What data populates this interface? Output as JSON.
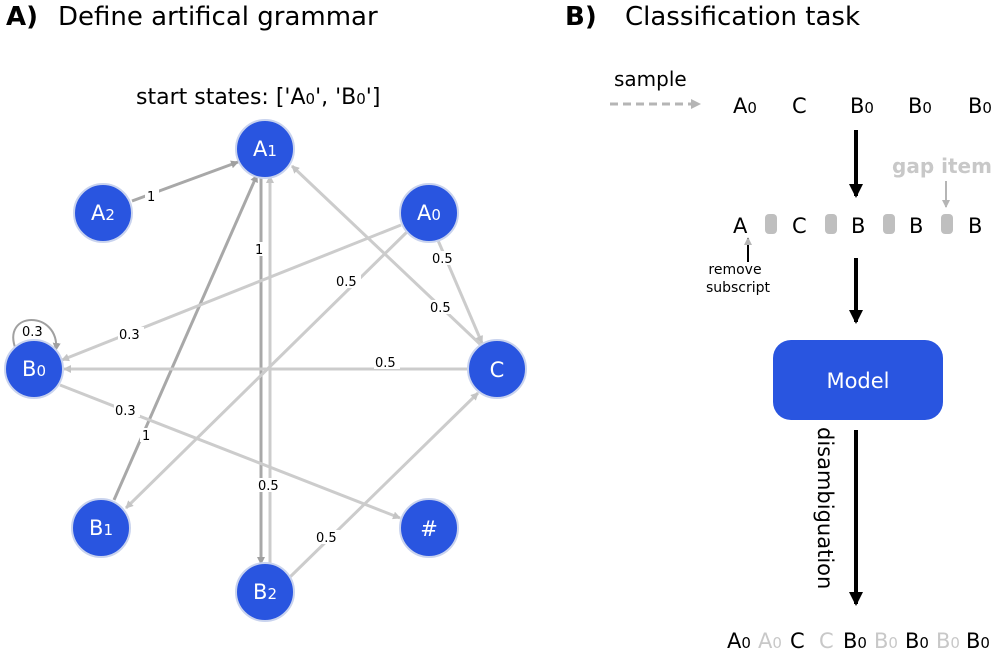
{
  "panel_a": {
    "letter": "A)",
    "title": "Define artifical grammar",
    "start_label": "start states: ['A",
    "start_sub1": "0",
    "start_mid": "', 'B",
    "start_sub2": "0",
    "start_end": "']",
    "nodes": [
      {
        "id": "A1",
        "main": "A",
        "sub": "1"
      },
      {
        "id": "A0",
        "main": "A",
        "sub": "0"
      },
      {
        "id": "C",
        "main": "C",
        "sub": ""
      },
      {
        "id": "hash",
        "main": "#",
        "sub": ""
      },
      {
        "id": "B2",
        "main": "B",
        "sub": "2"
      },
      {
        "id": "B1",
        "main": "B",
        "sub": "1"
      },
      {
        "id": "B0",
        "main": "B",
        "sub": "0"
      },
      {
        "id": "A2",
        "main": "A",
        "sub": "2"
      }
    ],
    "edge_labels": [
      {
        "id": "a2_a1",
        "text": "1"
      },
      {
        "id": "b1_a1",
        "text": "1"
      },
      {
        "id": "b1_a1_b",
        "text": "1"
      },
      {
        "id": "a0_c",
        "text": "0.5"
      },
      {
        "id": "c_a1",
        "text": "0.5"
      },
      {
        "id": "a0_b1",
        "text": "0.5"
      },
      {
        "id": "a0_b0",
        "text": "0.3"
      },
      {
        "id": "c_b0",
        "text": "0.5"
      },
      {
        "id": "b0_hash",
        "text": "0.3"
      },
      {
        "id": "a1_b2",
        "text": "0.5"
      },
      {
        "id": "b2_c",
        "text": "0.5"
      },
      {
        "id": "b0_self",
        "text": "0.3"
      }
    ]
  },
  "panel_b": {
    "letter": "B)",
    "title": "Classification task",
    "sample_label": "sample",
    "gap_item_label": "gap item",
    "remove_label_1": "remove",
    "remove_label_2": "subscript",
    "model_label": "Model",
    "disambiguation_label": "disambiguation",
    "row1": [
      {
        "main": "A",
        "sub": "0"
      },
      {
        "main": "C",
        "sub": ""
      },
      {
        "main": "B",
        "sub": "0"
      },
      {
        "main": "B",
        "sub": "0"
      },
      {
        "main": "B",
        "sub": "0"
      }
    ],
    "row2": [
      "A",
      "C",
      "B",
      "B",
      "B"
    ],
    "row3": [
      {
        "main": "A",
        "sub": "0",
        "grey": false
      },
      {
        "main": "A",
        "sub": "0",
        "grey": true
      },
      {
        "main": "C",
        "sub": "",
        "grey": false
      },
      {
        "main": "C",
        "sub": "",
        "grey": true
      },
      {
        "main": "B",
        "sub": "0",
        "grey": false
      },
      {
        "main": "B",
        "sub": "0",
        "grey": true
      },
      {
        "main": "B",
        "sub": "0",
        "grey": false
      },
      {
        "main": "B",
        "sub": "0",
        "grey": true
      },
      {
        "main": "B",
        "sub": "0",
        "grey": false
      }
    ]
  },
  "colors": {
    "node_fill": "#2955e0",
    "node_stroke": "#c9d3ee",
    "edge_dark": "#a8a8a8",
    "edge_light": "#cccccc",
    "gap_fill": "#bfbfbf",
    "grey_text": "#bdbdbd"
  }
}
